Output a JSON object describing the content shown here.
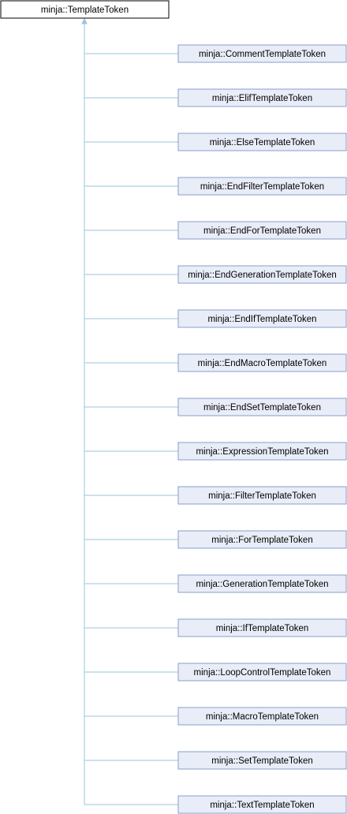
{
  "colors": {
    "base_fill": "#ffffff",
    "base_stroke": "#000000",
    "child_fill": "#e8edf8",
    "child_stroke": "#8a9fc8",
    "edge": "#99c5dc"
  },
  "base": {
    "label": "minja::TemplateToken"
  },
  "children": [
    {
      "label": "minja::CommentTemplateToken"
    },
    {
      "label": "minja::ElifTemplateToken"
    },
    {
      "label": "minja::ElseTemplateToken"
    },
    {
      "label": "minja::EndFilterTemplateToken"
    },
    {
      "label": "minja::EndForTemplateToken"
    },
    {
      "label": "minja::EndGenerationTemplateToken"
    },
    {
      "label": "minja::EndIfTemplateToken"
    },
    {
      "label": "minja::EndMacroTemplateToken"
    },
    {
      "label": "minja::EndSetTemplateToken"
    },
    {
      "label": "minja::ExpressionTemplateToken"
    },
    {
      "label": "minja::FilterTemplateToken"
    },
    {
      "label": "minja::ForTemplateToken"
    },
    {
      "label": "minja::GenerationTemplateToken"
    },
    {
      "label": "minja::IfTemplateToken"
    },
    {
      "label": "minja::LoopControlTemplateToken"
    },
    {
      "label": "minja::MacroTemplateToken"
    },
    {
      "label": "minja::SetTemplateToken"
    },
    {
      "label": "minja::TextTemplateToken"
    }
  ]
}
